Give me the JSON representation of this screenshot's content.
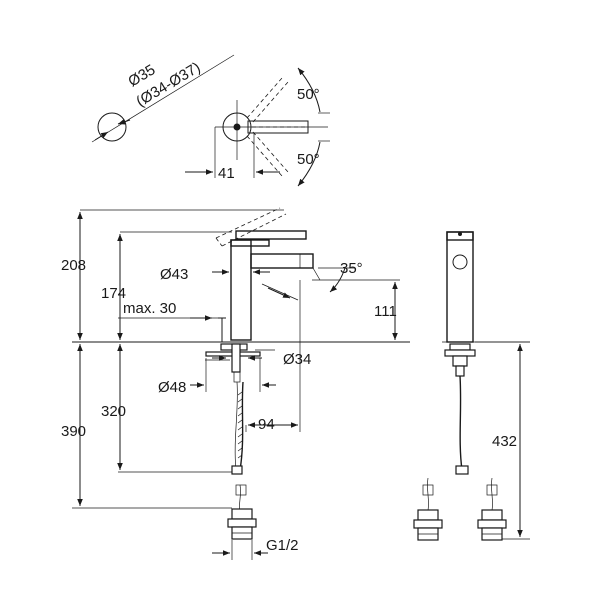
{
  "labels": {
    "dia_35": "Ø35",
    "dia_range": "(Ø34-Ø37)",
    "angle_up": "50°",
    "angle_down": "50°",
    "dim_41": "41",
    "dim_208": "208",
    "dim_174": "174",
    "dia_43": "Ø43",
    "angle_35": "35°",
    "max_30": "max. 30",
    "dim_111": "111",
    "dia_34": "Ø34",
    "dia_48": "Ø48",
    "dim_320": "320",
    "dim_390": "390",
    "dim_94": "94",
    "dim_432": "432",
    "thread": "G1/2"
  },
  "colors": {
    "ink": "#1a1a1a",
    "paper": "#ffffff"
  }
}
